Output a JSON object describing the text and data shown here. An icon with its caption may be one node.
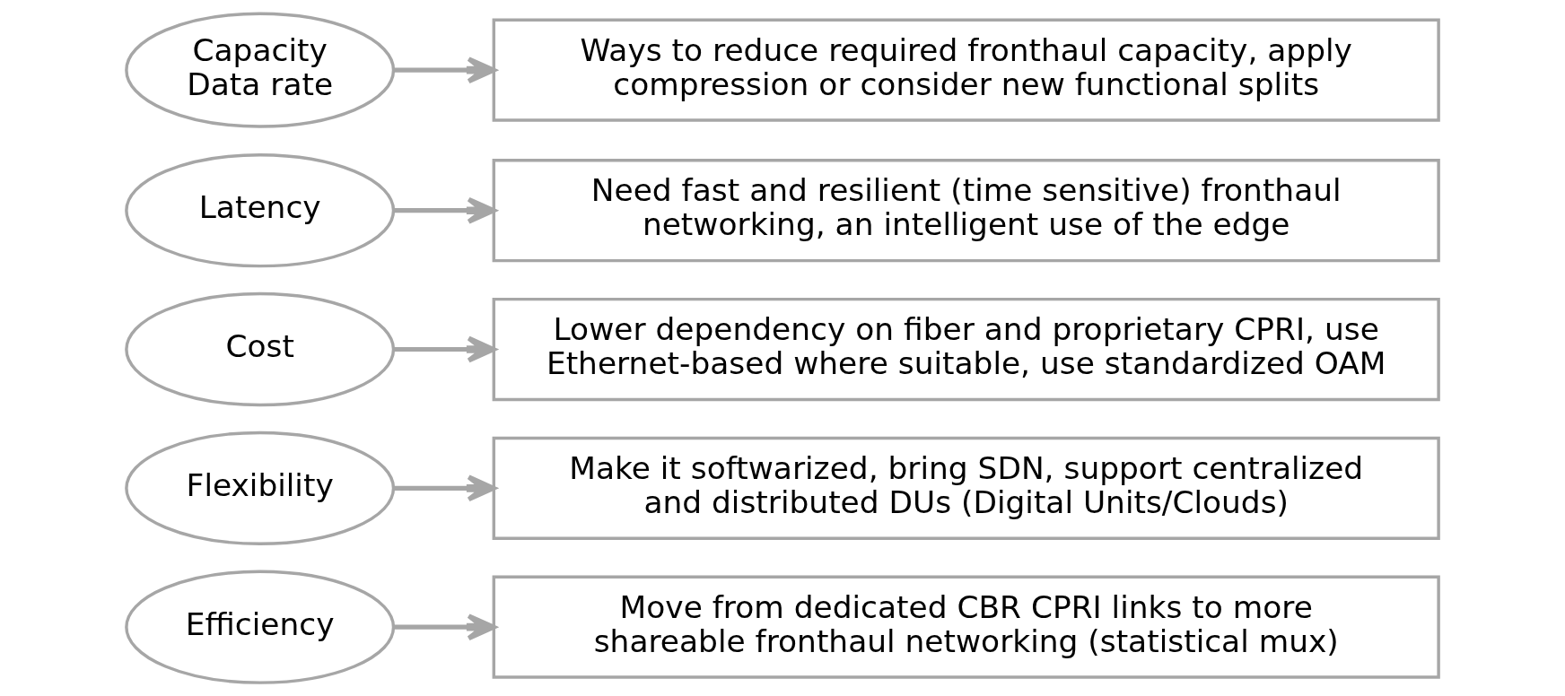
{
  "diagram": {
    "nodes": [
      {
        "text": [
          "Capacity",
          "Data rate"
        ]
      },
      {
        "text": [
          "Ways to reduce required fronthaul capacity, apply compression or consider new functional splits"
        ]
      },
      {
        "text": [
          "Latency"
        ]
      },
      {
        "text": [
          "Need fast and resilient (time sensitive) fronthaul networking, an intelligent use of the edge"
        ]
      },
      {
        "text": [
          "Cost"
        ]
      },
      {
        "text": [
          "Lower dependency on fiber and proprietary CPRI, use Ethernet-based where suitable, use standardized OAM"
        ]
      },
      {
        "text": [
          "Flexibility"
        ]
      },
      {
        "text": [
          "Make it softwarized, bring SDN, support centralized and distributed DUs (Digital Units/Clouds)"
        ]
      },
      {
        "text": [
          "Efficiency"
        ]
      },
      {
        "text": [
          "Move from dedicated CBR CPRI links to more shareable fronthaul networking (statistical mux)"
        ]
      }
    ],
    "edges": [
      {
        "from": 0,
        "to": 1,
        "arrow": "to"
      },
      {
        "from": 2,
        "to": 3,
        "arrow": "to"
      },
      {
        "from": 4,
        "to": 5,
        "arrow": "to"
      },
      {
        "from": 6,
        "to": 7,
        "arrow": "to"
      },
      {
        "from": 8,
        "to": 9,
        "arrow": "to"
      }
    ]
  }
}
